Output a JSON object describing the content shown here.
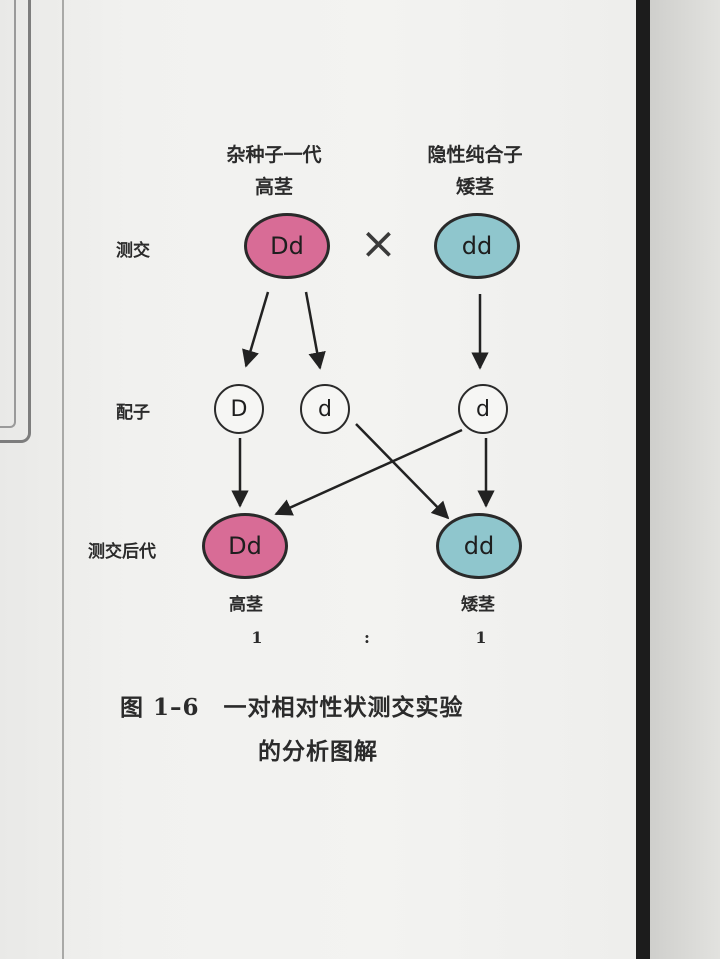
{
  "headers": {
    "left_line1": "杂种子一代",
    "left_line2": "高茎",
    "right_line1": "隐性纯合子",
    "right_line2": "矮茎"
  },
  "row_labels": {
    "testcross": "测交",
    "gametes": "配子",
    "offspring": "测交后代"
  },
  "cross_symbol": "×",
  "parents": [
    {
      "genotype": "Dd",
      "color": "#d86c96"
    },
    {
      "genotype": "dd",
      "color": "#8fc6cd"
    }
  ],
  "gametes": [
    "D",
    "d",
    "d"
  ],
  "offspring": [
    {
      "genotype": "Dd",
      "color": "#d86c96",
      "phenotype": "高茎"
    },
    {
      "genotype": "dd",
      "color": "#8fc6cd",
      "phenotype": "矮茎"
    }
  ],
  "ratio": {
    "left": "1",
    "sep": ":",
    "right": "1"
  },
  "caption": {
    "line1": "图 1–6　一对相对性状测交实验",
    "line2": "的分析图解"
  }
}
